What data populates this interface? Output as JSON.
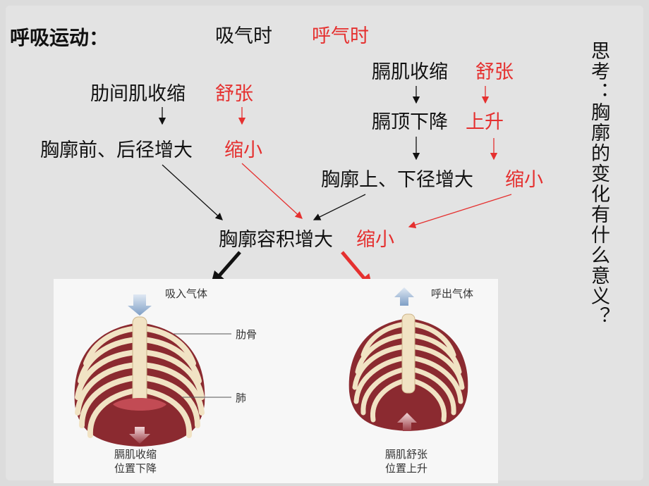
{
  "title": "呼吸运动：",
  "header": {
    "inhale": "吸气时",
    "exhale": "呼气时"
  },
  "left_chain": {
    "muscle": "肋间肌收缩",
    "muscle_exhale": "舒张",
    "chest": "胸廓前、后径增大",
    "chest_exhale": "缩小"
  },
  "right_chain": {
    "diaphragm": "膈肌收缩",
    "diaphragm_exhale": "舒张",
    "top": "膈顶下降",
    "top_exhale": "上升",
    "chest": "胸廓上、下径增大",
    "chest_exhale": "缩小"
  },
  "result": {
    "volume": "胸廓容积增大",
    "volume_exhale": "缩小"
  },
  "side_note": "思考：胸廓的变化有什么意义？",
  "figure": {
    "inhale_caption": "吸入气体",
    "exhale_caption": "呼出气体",
    "rib_label": "肋骨",
    "lung_label": "肺",
    "inhale_bottom": [
      "膈肌收缩",
      "位置下降"
    ],
    "exhale_bottom": [
      "膈肌舒张",
      "位置上升"
    ]
  },
  "colors": {
    "accent": "#e5302f",
    "text": "#111111",
    "rib": "#f1e3c4",
    "muscle": "#8b2a30"
  }
}
